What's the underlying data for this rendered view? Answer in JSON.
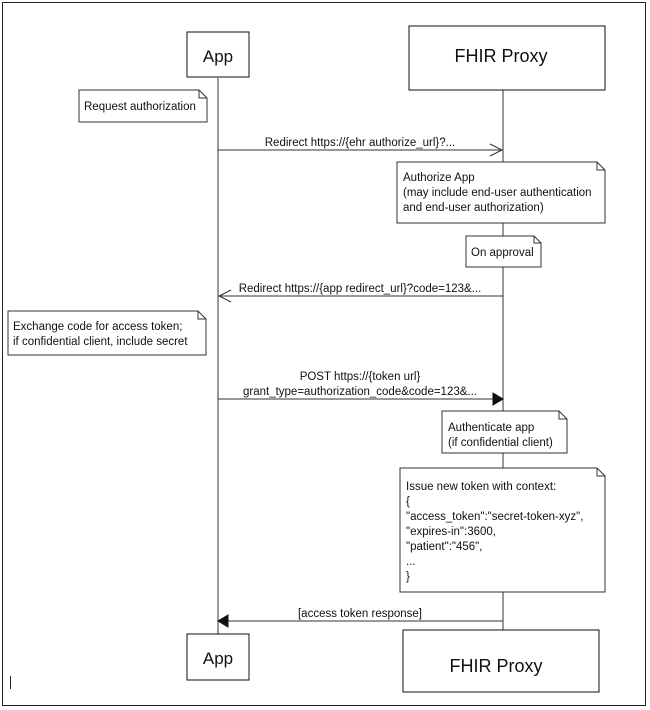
{
  "participants": {
    "app": "App",
    "proxy": "FHIR Proxy"
  },
  "notes": {
    "request_auth": [
      "Request authorization"
    ],
    "authorize_app": [
      "Authorize App",
      "(may include end-user authentication",
      "and end-user authorization)"
    ],
    "on_approval": [
      "On approval"
    ],
    "exchange_code": [
      "Exchange code for access token;",
      "if confidential client, include secret"
    ],
    "authenticate_app": [
      "Authenticate app",
      "(if confidential client)"
    ],
    "issue_token": [
      "Issue new token with context:",
      " {",
      "\"access_token\":\"secret-token-xyz\",",
      "\"expires-in\":3600,",
      "\"patient\":\"456\",",
      "...",
      "}"
    ]
  },
  "messages": {
    "redirect_authorize": "Redirect https://{ehr authorize_url}?...",
    "redirect_app": "Redirect https://{app redirect_url}?code=123&...",
    "post_token_line1": "POST https://{token url}",
    "post_token_line2": "grant_type=authorization_code&code=123&...",
    "token_response": "[access token response]"
  }
}
